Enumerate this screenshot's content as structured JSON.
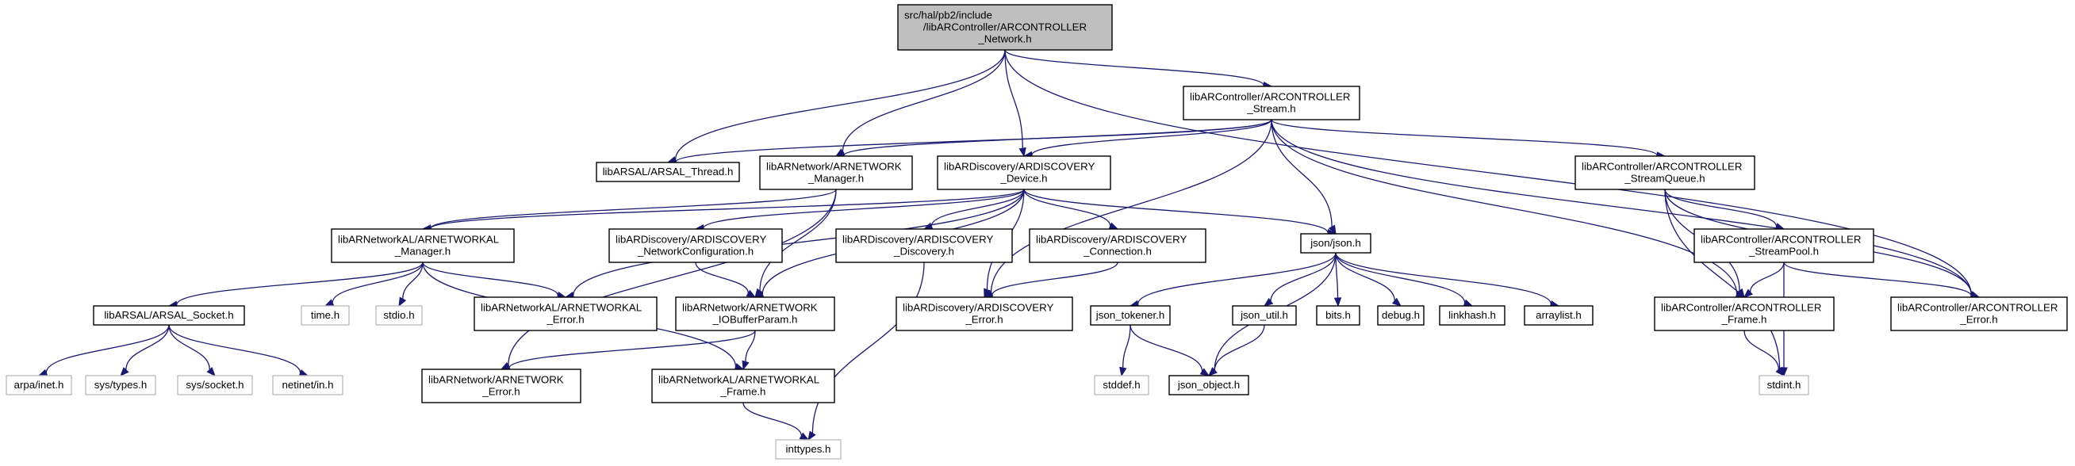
{
  "nodes": [
    {
      "id": "root",
      "lines": [
        "src/hal/pb2/include",
        "/libARController/ARCONTROLLER",
        "_Network.h"
      ],
      "kind": "root"
    },
    {
      "id": "stream",
      "lines": [
        "libARController/ARCONTROLLER",
        "_Stream.h"
      ],
      "kind": "header"
    },
    {
      "id": "arsal_thread",
      "lines": [
        "libARSAL/ARSAL_Thread.h"
      ],
      "kind": "header"
    },
    {
      "id": "arnetwork_manager",
      "lines": [
        "libARNetwork/ARNETWORK",
        "_Manager.h"
      ],
      "kind": "header"
    },
    {
      "id": "ardiscovery_device",
      "lines": [
        "libARDiscovery/ARDISCOVERY",
        "_Device.h"
      ],
      "kind": "header"
    },
    {
      "id": "streamqueue",
      "lines": [
        "libARController/ARCONTROLLER",
        "_StreamQueue.h"
      ],
      "kind": "header"
    },
    {
      "id": "arcontroller_error",
      "lines": [
        "libARController/ARCONTROLLER",
        "_Error.h"
      ],
      "kind": "header"
    },
    {
      "id": "arnetworkal_manager",
      "lines": [
        "libARNetworkAL/ARNETWORKAL",
        "_Manager.h"
      ],
      "kind": "header"
    },
    {
      "id": "netconfig",
      "lines": [
        "libARDiscovery/ARDISCOVERY",
        "_NetworkConfiguration.h"
      ],
      "kind": "header"
    },
    {
      "id": "discovery",
      "lines": [
        "libARDiscovery/ARDISCOVERY",
        "_Discovery.h"
      ],
      "kind": "header"
    },
    {
      "id": "connection",
      "lines": [
        "libARDiscovery/ARDISCOVERY",
        "_Connection.h"
      ],
      "kind": "header"
    },
    {
      "id": "json_json",
      "lines": [
        "json/json.h"
      ],
      "kind": "header"
    },
    {
      "id": "streampool",
      "lines": [
        "libARController/ARCONTROLLER",
        "_StreamPool.h"
      ],
      "kind": "header"
    },
    {
      "id": "arsal_socket",
      "lines": [
        "libARSAL/ARSAL_Socket.h"
      ],
      "kind": "header"
    },
    {
      "id": "time_h",
      "lines": [
        "time.h"
      ],
      "kind": "system"
    },
    {
      "id": "stdio_h",
      "lines": [
        "stdio.h"
      ],
      "kind": "system"
    },
    {
      "id": "arnetworkal_error",
      "lines": [
        "libARNetworkAL/ARNETWORKAL",
        "_Error.h"
      ],
      "kind": "header"
    },
    {
      "id": "iobufferparam",
      "lines": [
        "libARNetwork/ARNETWORK",
        "_IOBufferParam.h"
      ],
      "kind": "header"
    },
    {
      "id": "ardiscovery_error",
      "lines": [
        "libARDiscovery/ARDISCOVERY",
        "_Error.h"
      ],
      "kind": "header"
    },
    {
      "id": "json_tokener",
      "lines": [
        "json_tokener.h"
      ],
      "kind": "header"
    },
    {
      "id": "json_util",
      "lines": [
        "json_util.h"
      ],
      "kind": "header"
    },
    {
      "id": "bits_h",
      "lines": [
        "bits.h"
      ],
      "kind": "header"
    },
    {
      "id": "debug_h",
      "lines": [
        "debug.h"
      ],
      "kind": "header"
    },
    {
      "id": "linkhash_h",
      "lines": [
        "linkhash.h"
      ],
      "kind": "header"
    },
    {
      "id": "arraylist_h",
      "lines": [
        "arraylist.h"
      ],
      "kind": "header"
    },
    {
      "id": "arcontroller_frame",
      "lines": [
        "libARController/ARCONTROLLER",
        "_Frame.h"
      ],
      "kind": "header"
    },
    {
      "id": "arpa_inet",
      "lines": [
        "arpa/inet.h"
      ],
      "kind": "system"
    },
    {
      "id": "sys_types",
      "lines": [
        "sys/types.h"
      ],
      "kind": "system"
    },
    {
      "id": "sys_socket",
      "lines": [
        "sys/socket.h"
      ],
      "kind": "system"
    },
    {
      "id": "netinet_in",
      "lines": [
        "netinet/in.h"
      ],
      "kind": "system"
    },
    {
      "id": "arnetwork_error",
      "lines": [
        "libARNetwork/ARNETWORK",
        "_Error.h"
      ],
      "kind": "header"
    },
    {
      "id": "arnetworkal_frame",
      "lines": [
        "libARNetworkAL/ARNETWORKAL",
        "_Frame.h"
      ],
      "kind": "header"
    },
    {
      "id": "stddef_h",
      "lines": [
        "stddef.h"
      ],
      "kind": "system"
    },
    {
      "id": "json_object",
      "lines": [
        "json_object.h"
      ],
      "kind": "header"
    },
    {
      "id": "stdint_h",
      "lines": [
        "stdint.h"
      ],
      "kind": "system"
    },
    {
      "id": "inttypes_h",
      "lines": [
        "inttypes.h"
      ],
      "kind": "system"
    }
  ],
  "edges": [
    [
      "root",
      "stream"
    ],
    [
      "root",
      "arsal_thread"
    ],
    [
      "root",
      "arnetwork_manager"
    ],
    [
      "root",
      "ardiscovery_device"
    ],
    [
      "root",
      "arcontroller_error"
    ],
    [
      "stream",
      "arsal_thread"
    ],
    [
      "stream",
      "arnetwork_manager"
    ],
    [
      "stream",
      "ardiscovery_device"
    ],
    [
      "stream",
      "streamqueue"
    ],
    [
      "stream",
      "arcontroller_error"
    ],
    [
      "stream",
      "json_json"
    ],
    [
      "stream",
      "ardiscovery_error"
    ],
    [
      "stream",
      "arcontroller_frame"
    ],
    [
      "arnetwork_manager",
      "arnetworkal_manager"
    ],
    [
      "arnetwork_manager",
      "iobufferparam"
    ],
    [
      "arnetwork_manager",
      "arnetwork_error"
    ],
    [
      "ardiscovery_device",
      "arnetworkal_manager"
    ],
    [
      "ardiscovery_device",
      "arnetworkal_error"
    ],
    [
      "ardiscovery_device",
      "netconfig"
    ],
    [
      "ardiscovery_device",
      "discovery"
    ],
    [
      "ardiscovery_device",
      "connection"
    ],
    [
      "ardiscovery_device",
      "json_json"
    ],
    [
      "ardiscovery_device",
      "ardiscovery_error"
    ],
    [
      "ardiscovery_device",
      "iobufferparam"
    ],
    [
      "streamqueue",
      "streampool"
    ],
    [
      "streamqueue",
      "arcontroller_error"
    ],
    [
      "streamqueue",
      "arcontroller_frame"
    ],
    [
      "streamqueue",
      "stdint_h"
    ],
    [
      "arnetworkal_manager",
      "arsal_socket"
    ],
    [
      "arnetworkal_manager",
      "time_h"
    ],
    [
      "arnetworkal_manager",
      "stdio_h"
    ],
    [
      "arnetworkal_manager",
      "arnetworkal_error"
    ],
    [
      "arnetworkal_manager",
      "arnetworkal_frame"
    ],
    [
      "netconfig",
      "iobufferparam"
    ],
    [
      "discovery",
      "inttypes_h"
    ],
    [
      "connection",
      "ardiscovery_error"
    ],
    [
      "json_json",
      "json_tokener"
    ],
    [
      "json_json",
      "json_util"
    ],
    [
      "json_json",
      "bits_h"
    ],
    [
      "json_json",
      "debug_h"
    ],
    [
      "json_json",
      "linkhash_h"
    ],
    [
      "json_json",
      "arraylist_h"
    ],
    [
      "json_json",
      "json_object"
    ],
    [
      "streampool",
      "arcontroller_frame"
    ],
    [
      "streampool",
      "arcontroller_error"
    ],
    [
      "streampool",
      "stdint_h"
    ],
    [
      "arsal_socket",
      "arpa_inet"
    ],
    [
      "arsal_socket",
      "sys_types"
    ],
    [
      "arsal_socket",
      "sys_socket"
    ],
    [
      "arsal_socket",
      "netinet_in"
    ],
    [
      "iobufferparam",
      "arnetwork_error"
    ],
    [
      "iobufferparam",
      "arnetworkal_frame"
    ],
    [
      "json_tokener",
      "stddef_h"
    ],
    [
      "json_tokener",
      "json_object"
    ],
    [
      "json_util",
      "json_object"
    ],
    [
      "arcontroller_frame",
      "stdint_h"
    ],
    [
      "arnetworkal_frame",
      "inttypes_h"
    ]
  ],
  "colors": {
    "edge": "#191970",
    "root_fill": "#bfbfbf",
    "header_fill": "#ffffff",
    "header_border": "#000000",
    "system_border": "#bfbfbf"
  }
}
